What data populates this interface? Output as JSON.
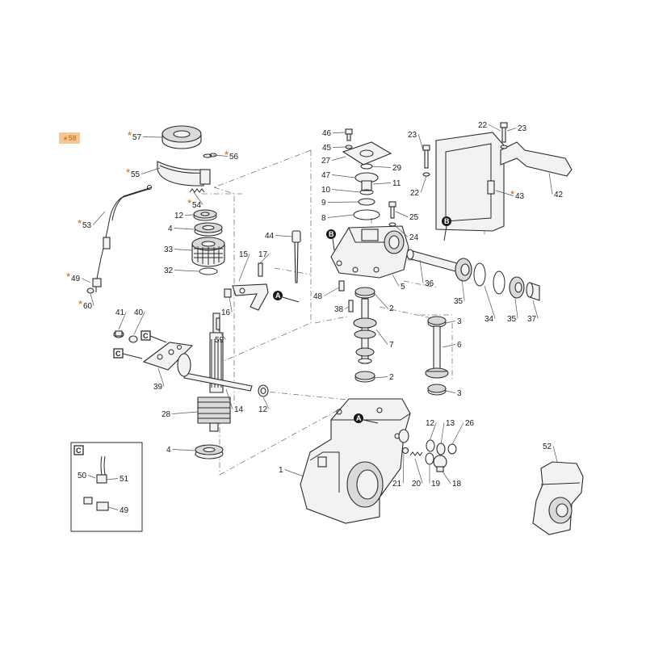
{
  "kit_badge": {
    "star": "★",
    "number": "58"
  },
  "view_tags": {
    "a": "A",
    "b": "B",
    "c": "C"
  },
  "star_glyph": "★",
  "colors": {
    "accent_star": "#e8862e",
    "badge_bg": "#f3c79a",
    "line": "#2a2a2a"
  },
  "callouts": [
    {
      "id": "57",
      "starred": true
    },
    {
      "id": "56",
      "starred": true
    },
    {
      "id": "55",
      "starred": true
    },
    {
      "id": "54",
      "starred": true
    },
    {
      "id": "53",
      "starred": true
    },
    {
      "id": "12",
      "starred": false
    },
    {
      "id": "4",
      "starred": false
    },
    {
      "id": "33",
      "starred": false
    },
    {
      "id": "32",
      "starred": false
    },
    {
      "id": "49",
      "starred": true
    },
    {
      "id": "60",
      "starred": true
    },
    {
      "id": "41",
      "starred": false
    },
    {
      "id": "40",
      "starred": false
    },
    {
      "id": "16",
      "starred": false
    },
    {
      "id": "15",
      "starred": false
    },
    {
      "id": "17",
      "starred": false
    },
    {
      "id": "59",
      "starred": false
    },
    {
      "id": "44",
      "starred": false
    },
    {
      "id": "48",
      "starred": false
    },
    {
      "id": "39",
      "starred": false
    },
    {
      "id": "28",
      "starred": false
    },
    {
      "id": "14",
      "starred": false
    },
    {
      "id": "12",
      "starred": false
    },
    {
      "id": "4",
      "starred": false
    },
    {
      "id": "46",
      "starred": false
    },
    {
      "id": "45",
      "starred": false
    },
    {
      "id": "27",
      "starred": false
    },
    {
      "id": "29",
      "starred": false
    },
    {
      "id": "47",
      "starred": false
    },
    {
      "id": "11",
      "starred": false
    },
    {
      "id": "10",
      "starred": false
    },
    {
      "id": "9",
      "starred": false
    },
    {
      "id": "8",
      "starred": false
    },
    {
      "id": "25",
      "starred": false
    },
    {
      "id": "24",
      "starred": false
    },
    {
      "id": "5",
      "starred": false
    },
    {
      "id": "38",
      "starred": false
    },
    {
      "id": "2",
      "starred": false
    },
    {
      "id": "7",
      "starred": false
    },
    {
      "id": "2",
      "starred": false
    },
    {
      "id": "23",
      "starred": false
    },
    {
      "id": "22",
      "starred": false
    },
    {
      "id": "22",
      "starred": false
    },
    {
      "id": "23",
      "starred": false
    },
    {
      "id": "43",
      "starred": true
    },
    {
      "id": "42",
      "starred": false
    },
    {
      "id": "36",
      "starred": false
    },
    {
      "id": "35",
      "starred": false
    },
    {
      "id": "34",
      "starred": false
    },
    {
      "id": "35",
      "starred": false
    },
    {
      "id": "37",
      "starred": false
    },
    {
      "id": "3",
      "starred": false
    },
    {
      "id": "6",
      "starred": false
    },
    {
      "id": "3",
      "starred": false
    },
    {
      "id": "12",
      "starred": false
    },
    {
      "id": "13",
      "starred": false
    },
    {
      "id": "26",
      "starred": false
    },
    {
      "id": "1",
      "starred": false
    },
    {
      "id": "21",
      "starred": false
    },
    {
      "id": "20",
      "starred": false
    },
    {
      "id": "19",
      "starred": false
    },
    {
      "id": "18",
      "starred": false
    },
    {
      "id": "52",
      "starred": false
    },
    {
      "id": "50",
      "starred": false
    },
    {
      "id": "51",
      "starred": false
    },
    {
      "id": "49",
      "starred": false
    }
  ]
}
